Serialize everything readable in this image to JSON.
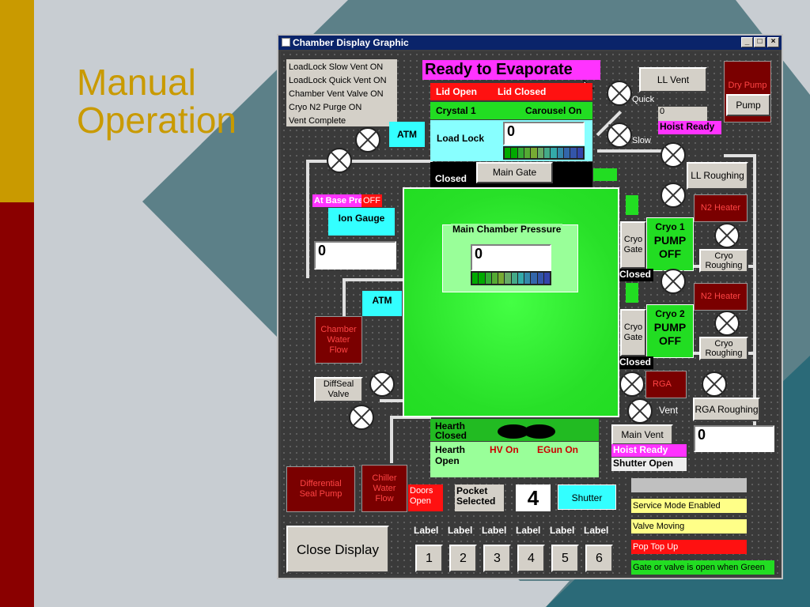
{
  "slide": {
    "title_line1": "Manual",
    "title_line2": "Operation"
  },
  "window": {
    "title": "Chamber Display Graphic",
    "min": "_",
    "max": "□",
    "close": "×"
  },
  "status_log": [
    "LoadLock Slow Vent ON",
    "LoadLock Quick Vent ON",
    "Chamber Vent Valve ON",
    "Cryo N2 Purge ON",
    "Vent Complete"
  ],
  "ready": "Ready to Evaporate",
  "lid": {
    "open": "Lid Open",
    "closed": "Lid Closed"
  },
  "crystal": "Crystal 1",
  "carousel": "Carousel On",
  "load_lock": {
    "label": "Load Lock",
    "value": "0"
  },
  "atm_top": "ATM",
  "atm_mid": "ATM",
  "gate_closed_1": "Closed",
  "main_gate": "Main Gate",
  "ll_vent": "LL Vent",
  "quick": "Quick",
  "slow": "Slow",
  "dry_pump": "Dry Pump",
  "pump": "Pump",
  "hoist_value": "0",
  "hoist_ready": "Hoist Ready",
  "ll_roughing": "LL Roughing",
  "at_base_press": "At Base Press",
  "off_flag": "OFF",
  "ion_gauge": {
    "label": "Ion Gauge",
    "value": "0"
  },
  "main_chamber": {
    "label": "Main Chamber Pressure",
    "value": "0"
  },
  "n2_heater_1": "N2 Heater",
  "n2_heater_2": "N2 Heater",
  "cryo1": {
    "gate": "Cryo\nGate",
    "label_line1": "Cryo 1",
    "label_line2": "PUMP",
    "label_line3": "OFF",
    "roughing": "Cryo\nRoughing",
    "closed": "Closed"
  },
  "cryo2": {
    "gate": "Cryo\nGate",
    "label_line1": "Cryo 2",
    "label_line2": "PUMP",
    "label_line3": "OFF",
    "roughing": "Cryo\nRoughing",
    "closed": "Closed"
  },
  "chamber_water": "Chamber\nWater\nFlow",
  "diffseal_valve": "DiffSeal\nValve",
  "rga": "RGA",
  "vent": "Vent",
  "rga_roughing": "RGA Roughing",
  "hearth_closed": "Hearth\nClosed",
  "hearth_open": "Hearth\nOpen",
  "hv_on": "HV On",
  "egun_on": "EGun On",
  "main_vent": "Main Vent",
  "rga_value": "0",
  "hoist_ready_2": "Hoist Ready",
  "shutter_open": "Shutter Open",
  "diff_seal_pump": "Differential\nSeal Pump",
  "chiller": "Chiller\nWater\nFlow",
  "doors_open": "Doors\nOpen",
  "pocket_selected": "Pocket\nSelected",
  "pocket_number": "4",
  "shutter": "Shutter",
  "close_display": "Close Display",
  "pocket_labels": [
    "Label",
    "Label",
    "Label",
    "Label",
    "Label",
    "Label"
  ],
  "pocket_buttons": [
    "1",
    "2",
    "3",
    "4",
    "5",
    "6"
  ],
  "legend": {
    "blank": "",
    "service": "Service Mode Enabled",
    "moving": "Valve Moving",
    "poptop": "Pop Top Up",
    "open_green": "Gate or valve is open when Green"
  },
  "colors": {
    "green": "#22dd22",
    "cyan": "#33ffff",
    "magenta": "#ff33ff",
    "red": "#ff1111",
    "yellow": "#ffff88"
  }
}
